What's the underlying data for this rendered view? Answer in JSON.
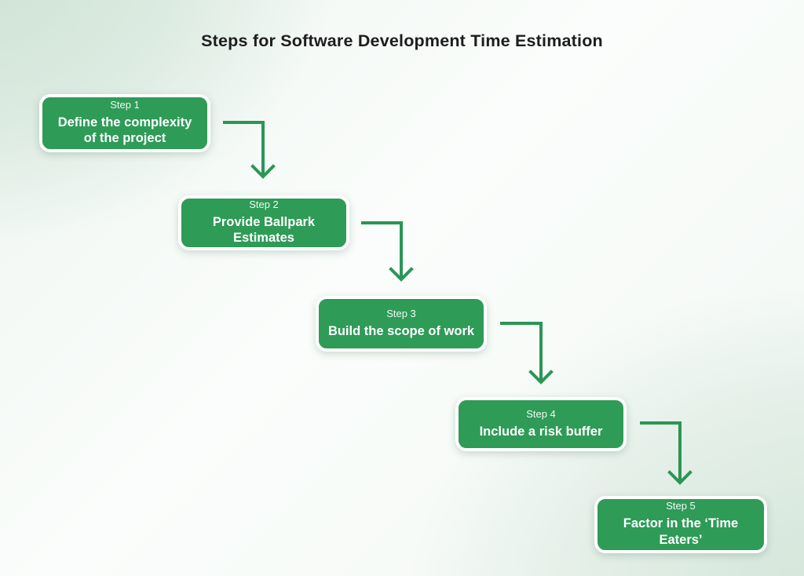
{
  "title": "Steps for Software Development Time Estimation",
  "steps": [
    {
      "label": "Step 1",
      "title": "Define the complexity of the project"
    },
    {
      "label": "Step 2",
      "title": "Provide Ballpark Estimates"
    },
    {
      "label": "Step 3",
      "title": "Build the scope of work"
    },
    {
      "label": "Step 4",
      "title": "Include a risk buffer"
    },
    {
      "label": "Step 5",
      "title": "Factor in the ‘Time Eaters’"
    }
  ],
  "colors": {
    "box_green": "#2e9b57",
    "arrow_green": "#2b9655",
    "background_tint": "#cde2d4",
    "background_tint_2": "#d3e5d9",
    "title_text": "#1d1d1f"
  }
}
